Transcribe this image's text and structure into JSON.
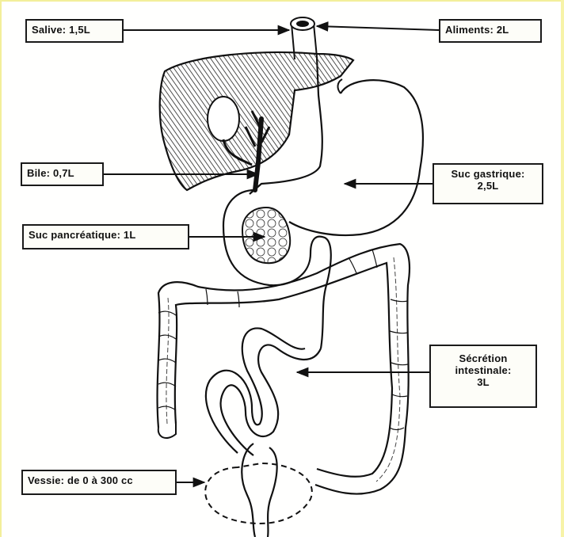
{
  "labels": {
    "salive": "Salive: 1,5L",
    "aliments": "Aliments: 2L",
    "bile": "Bile: 0,7L",
    "suc_gastrique_line1": "Suc gastrique:",
    "suc_gastrique_line2": "2,5L",
    "suc_pancreatique": "Suc pancréatique: 1L",
    "secretion_line1": "Sécrétion",
    "secretion_line2": "intestinale:",
    "secretion_line3": "3L",
    "vessie": "Vessie: de 0 à 300 cc"
  }
}
